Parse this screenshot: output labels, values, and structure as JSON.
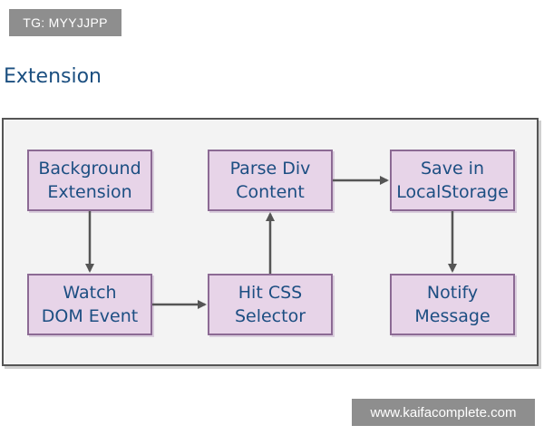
{
  "tag_label": "TG: MYYJJPP",
  "section_title": "Extension",
  "diagram": {
    "nodes": [
      {
        "id": "background-extension",
        "lines": [
          "Background",
          "Extension"
        ]
      },
      {
        "id": "watch-dom-event",
        "lines": [
          "Watch",
          "DOM Event"
        ]
      },
      {
        "id": "hit-css-selector",
        "lines": [
          "Hit CSS",
          "Selector"
        ]
      },
      {
        "id": "parse-div-content",
        "lines": [
          "Parse Div",
          "Content"
        ]
      },
      {
        "id": "save-in-localstorage",
        "lines": [
          "Save in",
          "LocalStorage"
        ]
      },
      {
        "id": "notify-message",
        "lines": [
          "Notify",
          "Message"
        ]
      }
    ],
    "edges": [
      {
        "from": "background-extension",
        "to": "watch-dom-event"
      },
      {
        "from": "watch-dom-event",
        "to": "hit-css-selector"
      },
      {
        "from": "hit-css-selector",
        "to": "parse-div-content"
      },
      {
        "from": "parse-div-content",
        "to": "save-in-localstorage"
      },
      {
        "from": "save-in-localstorage",
        "to": "notify-message"
      }
    ],
    "colors": {
      "node_fill": "#e7d4e8",
      "node_border": "#8c6a94",
      "node_text": "#1c4e82",
      "arrow": "#555555",
      "panel_fill": "#f3f3f3"
    }
  },
  "watermark": "www.kaifacomplete.com"
}
